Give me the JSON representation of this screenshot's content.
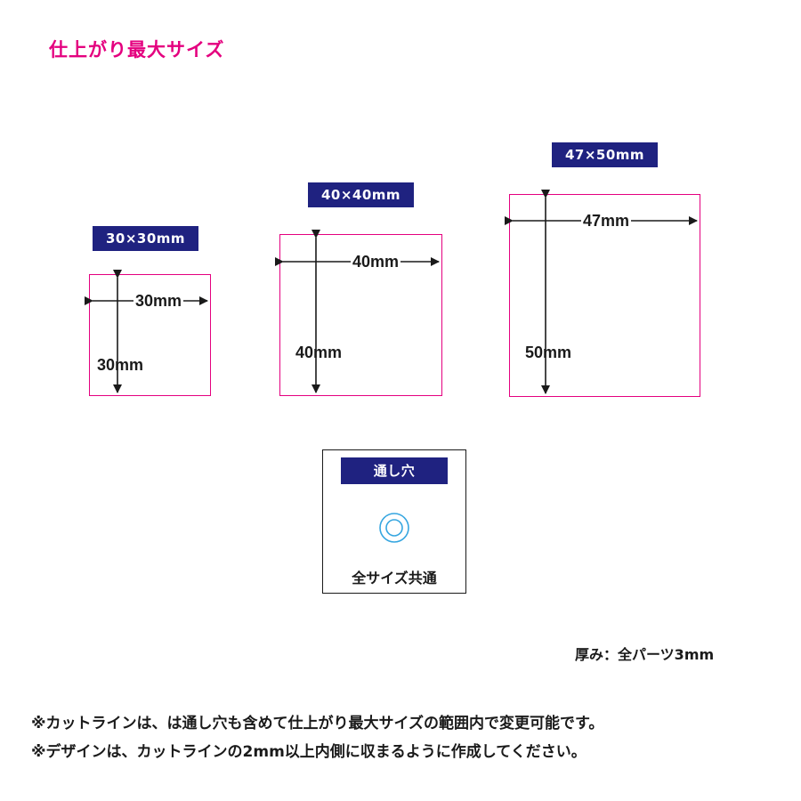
{
  "title": "仕上がり最大サイズ",
  "sizes": [
    {
      "badge": "30×30mm",
      "width_label": "30mm",
      "height_label": "30mm"
    },
    {
      "badge": "40×40mm",
      "width_label": "40mm",
      "height_label": "40mm"
    },
    {
      "badge": "47×50mm",
      "width_label": "47mm",
      "height_label": "50mm"
    }
  ],
  "hole": {
    "badge": "通し穴",
    "caption": "全サイズ共通"
  },
  "thickness": "厚み：全パーツ3mm",
  "notes": [
    "※カットラインは、は通し穴も含めて仕上がり最大サイズの範囲内で変更可能です。",
    "※デザインは、カットラインの2mm以上内側に収まるように作成してください。"
  ],
  "colors": {
    "accent": "#e4007f",
    "badge": "#1f2280",
    "hole": "#36a6e0",
    "text": "#1a1a1a"
  }
}
